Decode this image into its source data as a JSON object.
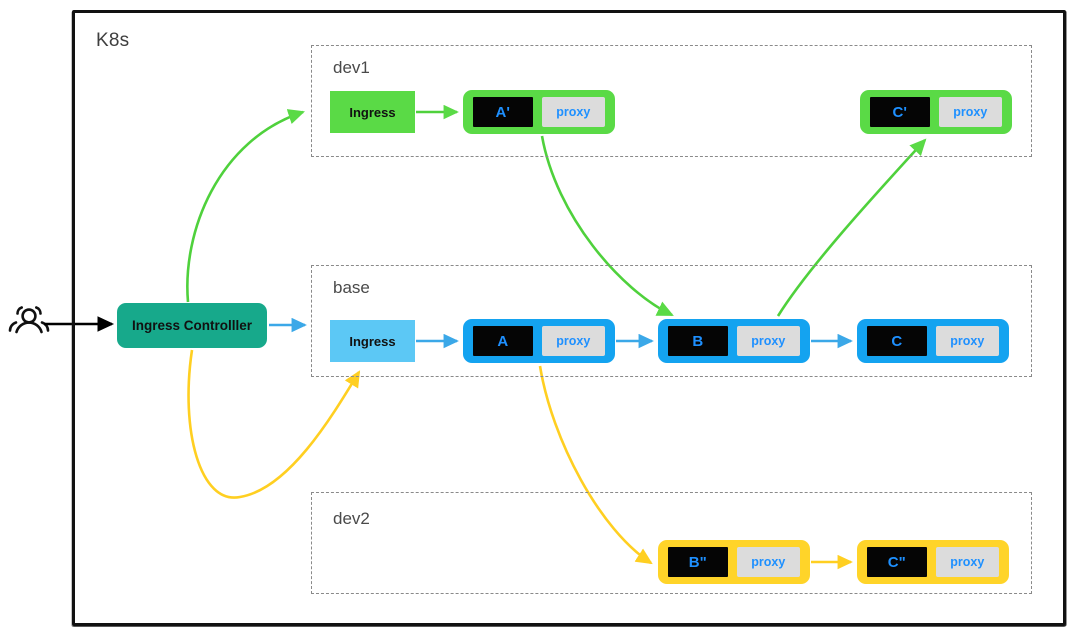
{
  "diagram": {
    "title": "K8s",
    "type": "kubernetes-traffic-routing-diagram",
    "outer_boundary_label": "K8s",
    "actor_icon": "users-icon",
    "colors": {
      "green": "#5ADA46",
      "blue": "#14A3F0",
      "light_blue": "#5CC8F5",
      "yellow": "#FFD429",
      "teal": "#17A98B",
      "sidecar_gray": "#DCDCDC",
      "service_black": "#050505",
      "label_blue": "#1E90FF",
      "dashed_border": "#8a8a8a",
      "frame_black": "#111111"
    },
    "controller": {
      "label": "Ingress Controlller"
    },
    "namespaces": [
      {
        "name": "dev1",
        "label": "dev1",
        "color": "green",
        "ingress": {
          "label": "Ingress"
        },
        "pods": [
          {
            "service": "A'",
            "sidecar": "proxy"
          },
          {
            "service": "C'",
            "sidecar": "proxy"
          }
        ]
      },
      {
        "name": "base",
        "label": "base",
        "color": "blue",
        "ingress": {
          "label": "Ingress"
        },
        "pods": [
          {
            "service": "A",
            "sidecar": "proxy"
          },
          {
            "service": "B",
            "sidecar": "proxy"
          },
          {
            "service": "C",
            "sidecar": "proxy"
          }
        ]
      },
      {
        "name": "dev2",
        "label": "dev2",
        "color": "yellow",
        "ingress": null,
        "pods": [
          {
            "service": "B\"",
            "sidecar": "proxy"
          },
          {
            "service": "C\"",
            "sidecar": "proxy"
          }
        ]
      }
    ],
    "edges": [
      {
        "from": "user",
        "to": "Ingress Controlller",
        "color": "#000000"
      },
      {
        "from": "Ingress Controlller",
        "to": "dev1.Ingress",
        "color": "#5ADA46"
      },
      {
        "from": "Ingress Controlller",
        "to": "base.Ingress",
        "color": "#FFD429"
      },
      {
        "from": "Ingress Controlller",
        "to": "base",
        "color": "#14A3F0"
      },
      {
        "from": "dev1.Ingress",
        "to": "dev1.A'",
        "color": "#5ADA46"
      },
      {
        "from": "base.Ingress",
        "to": "base.A",
        "color": "#14A3F0"
      },
      {
        "from": "base.A",
        "to": "base.B",
        "color": "#14A3F0"
      },
      {
        "from": "base.B",
        "to": "base.C",
        "color": "#14A3F0"
      },
      {
        "from": "dev1.A'",
        "to": "base.B",
        "color": "#5ADA46"
      },
      {
        "from": "base.B",
        "to": "dev1.C'",
        "color": "#5ADA46"
      },
      {
        "from": "base.A",
        "to": "dev2.B\"",
        "color": "#FFD429"
      },
      {
        "from": "dev2.B\"",
        "to": "dev2.C\"",
        "color": "#FFD429"
      }
    ]
  }
}
